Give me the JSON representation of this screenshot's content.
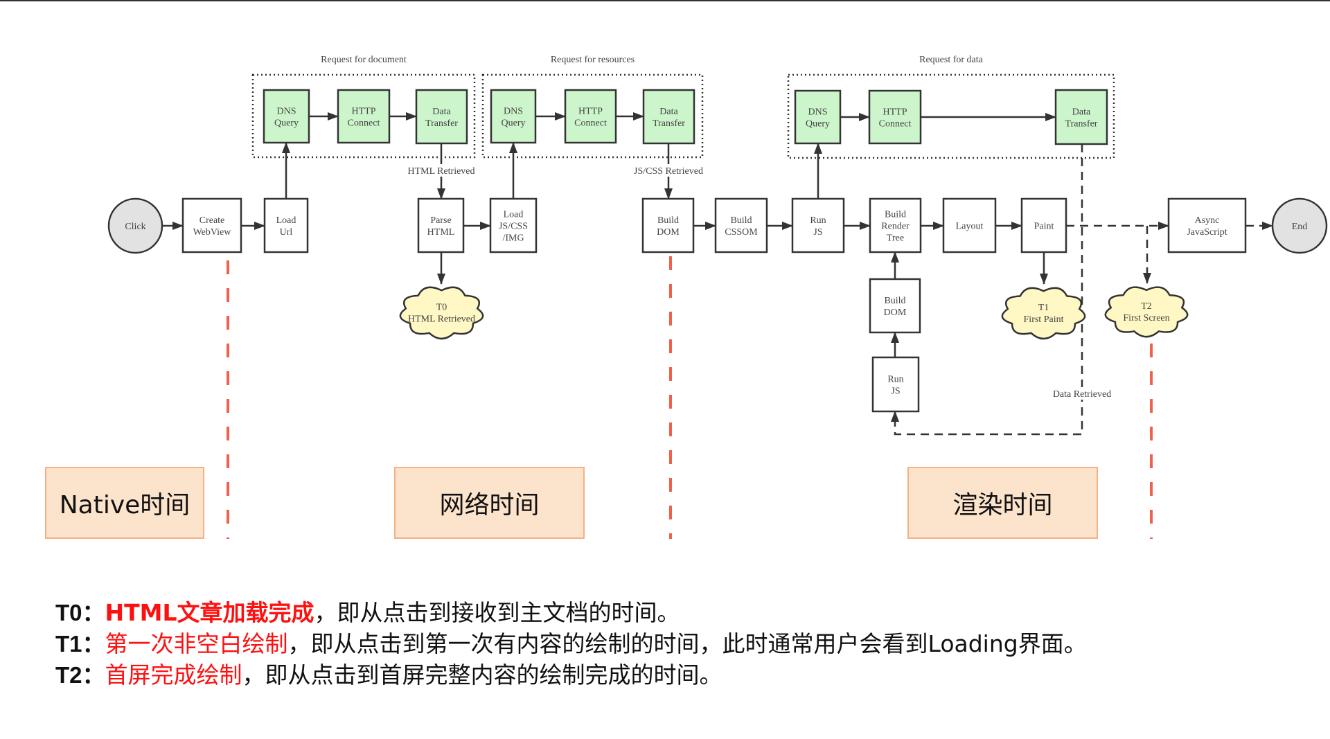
{
  "diagram": {
    "groups": [
      {
        "id": "g-doc",
        "label": "Request for document"
      },
      {
        "id": "g-res",
        "label": "Request for resources"
      },
      {
        "id": "g-data",
        "label": "Request for data"
      }
    ],
    "nodes": [
      {
        "id": "click",
        "lines": [
          "Click"
        ]
      },
      {
        "id": "create-webview",
        "lines": [
          "Create",
          "WebView"
        ]
      },
      {
        "id": "load-url",
        "lines": [
          "Load",
          "Url"
        ]
      },
      {
        "id": "doc-dns",
        "lines": [
          "DNS",
          "Query"
        ]
      },
      {
        "id": "doc-http",
        "lines": [
          "HTTP",
          "Connect"
        ]
      },
      {
        "id": "doc-data",
        "lines": [
          "Data",
          "Transfer"
        ]
      },
      {
        "id": "parse-html",
        "lines": [
          "Parse",
          "HTML"
        ]
      },
      {
        "id": "load-res",
        "lines": [
          "Load",
          "JS/CSS",
          "/IMG"
        ]
      },
      {
        "id": "res-dns",
        "lines": [
          "DNS",
          "Query"
        ]
      },
      {
        "id": "res-http",
        "lines": [
          "HTTP",
          "Connect"
        ]
      },
      {
        "id": "res-data",
        "lines": [
          "Data",
          "Transfer"
        ]
      },
      {
        "id": "build-dom",
        "lines": [
          "Build",
          "DOM"
        ]
      },
      {
        "id": "build-cssom",
        "lines": [
          "Build",
          "CSSOM"
        ]
      },
      {
        "id": "run-js",
        "lines": [
          "Run",
          "JS"
        ]
      },
      {
        "id": "data-dns",
        "lines": [
          "DNS",
          "Query"
        ]
      },
      {
        "id": "data-http",
        "lines": [
          "HTTP",
          "Connect"
        ]
      },
      {
        "id": "data-data",
        "lines": [
          "Data",
          "Transfer"
        ]
      },
      {
        "id": "build-render-tree",
        "lines": [
          "Build",
          "Render",
          "Tree"
        ]
      },
      {
        "id": "layout",
        "lines": [
          "Layout"
        ]
      },
      {
        "id": "paint",
        "lines": [
          "Paint"
        ]
      },
      {
        "id": "async-js",
        "lines": [
          "Async",
          "JavaScript"
        ]
      },
      {
        "id": "end",
        "lines": [
          "End"
        ]
      },
      {
        "id": "build-dom-2",
        "lines": [
          "Build",
          "DOM"
        ]
      },
      {
        "id": "run-js-2",
        "lines": [
          "Run",
          "JS"
        ]
      },
      {
        "id": "t0",
        "lines": [
          "T0",
          "HTML Retrieved"
        ]
      },
      {
        "id": "t1",
        "lines": [
          "T1",
          "First Paint"
        ]
      },
      {
        "id": "t2",
        "lines": [
          "T2",
          "First Screen"
        ]
      }
    ],
    "edge_labels": {
      "html_retrieved": "HTML Retrieved",
      "js_css_retrieved": "JS/CSS Retrieved",
      "data_retrieved": "Data Retrieved"
    },
    "colors": {
      "network_fill": "#ccf5cc",
      "milestone_fill": "#fff8c4",
      "terminal_fill": "#e2e2e2",
      "phase_fill": "#fce4cc",
      "phase_border": "#f4b183",
      "divider": "#f0604d",
      "emphasis": "#ff1010"
    }
  },
  "phases": [
    {
      "id": "native",
      "label": "Native时间"
    },
    {
      "id": "network",
      "label": "网络时间"
    },
    {
      "id": "render",
      "label": "渲染时间"
    }
  ],
  "notes": [
    {
      "key": "T0：",
      "emphasis": "HTML文章加载完成",
      "text": "，即从点击到接收到主文档的时间。"
    },
    {
      "key": "T1：",
      "emphasis": "第一次非空白绘制",
      "text": "，即从点击到第一次有内容的绘制的时间，此时通常用户会看到Loading界面。"
    },
    {
      "key": "T2：",
      "emphasis": "首屏完成绘制",
      "text": "，即从点击到首屏完整内容的绘制完成的时间。"
    }
  ]
}
